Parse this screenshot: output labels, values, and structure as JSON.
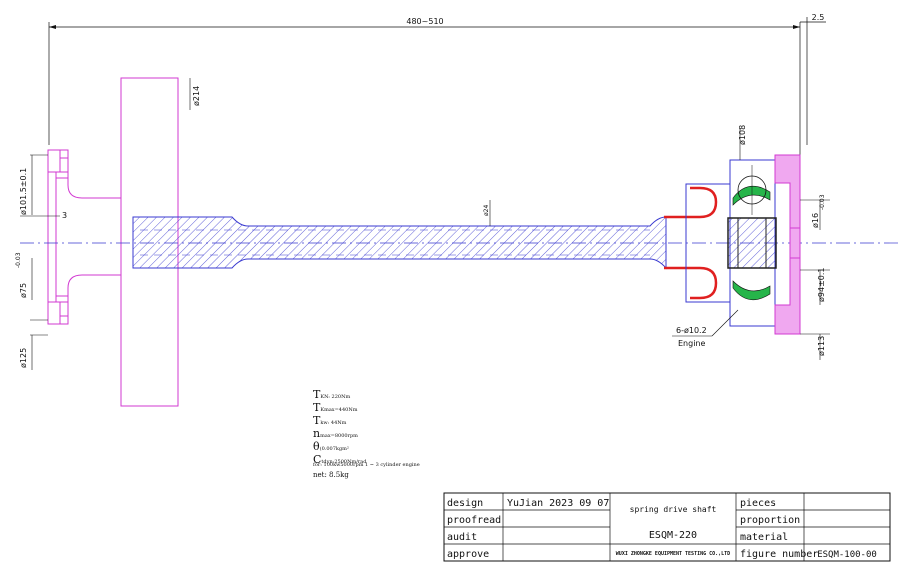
{
  "dimensions": {
    "total_length": "480~510",
    "right_offset": "2.5",
    "flange_dia": "ø214",
    "bolt_circle": "ø101.5±0.1",
    "gap": "3",
    "spigot_dia": "ø75",
    "spigot_tol": "-0.03",
    "flange_outer": "ø125",
    "shaft_dia": "ø24",
    "hub_dia": "ø108",
    "hole_dia": "ø16",
    "hole_tol": "-0.03",
    "pcd_dia": "ø94±0.1",
    "outer_dia": "ø113",
    "bolt_holes": "6-ø10.2",
    "engine_label": "Engine"
  },
  "specs": [
    {
      "sym": "T",
      "sub": "KN: 220Nm"
    },
    {
      "sym": "T",
      "sub": "Kmax=440Nm"
    },
    {
      "sym": "T",
      "sub": "kw: 44Nm"
    },
    {
      "sym": "n",
      "sub": "max=8000rpm"
    },
    {
      "sym": "θ",
      "sub": "(0.007kgm²"
    },
    {
      "sym": "C",
      "sub": "tdyn:2500Nm/rad"
    }
  ],
  "spec_note": "for: 100kw5000rpm 1 ~ 3 cylinder engine",
  "spec_net": "net: 8.5kg",
  "title_block": {
    "rows": [
      "design",
      "proofread",
      "audit",
      "approve"
    ],
    "designer": "YuJian 2023 09 07",
    "part_name": "spring drive shaft",
    "part_code": "ESQM-220",
    "company": "WUXI ZHONGKE EQUIPMENT TESTING CO.,LTD",
    "fields": [
      "pieces",
      "proportion",
      "material",
      "figure number"
    ],
    "figure_number": "ESQM-100-00"
  }
}
